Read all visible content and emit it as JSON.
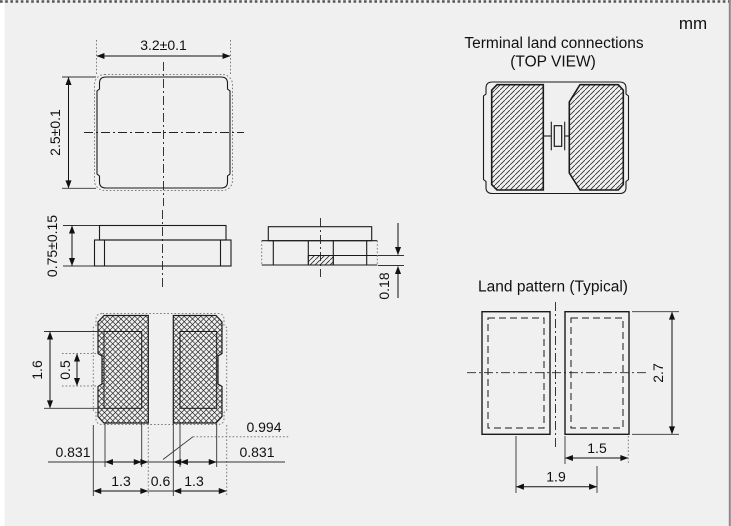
{
  "page": {
    "unit": "mm"
  },
  "package_top_view": {
    "width_dim": "3.2±0.1",
    "height_dim": "2.5±0.1"
  },
  "side_view": {
    "height_dim": "0.75±0.15"
  },
  "end_view": {
    "metallization_dim": "0.18"
  },
  "bottom_view": {
    "electrode_length_dim": "1.6",
    "castellation_dim": "0.5",
    "left_electrode_width_dim": "0.831",
    "electrode_gap_dim": "0.994",
    "right_electrode_width_dim": "0.831",
    "left_pad_width_dim": "1.3",
    "pad_gap_dim": "0.6",
    "right_pad_width_dim": "1.3"
  },
  "terminal_land_view": {
    "title": "Terminal land connections",
    "subtitle": "(TOP VIEW)"
  },
  "land_pattern_view": {
    "title": "Land pattern (Typical)",
    "pad_height_dim": "2.7",
    "pad_width_dim": "1.5",
    "pitch_dim": "1.9"
  },
  "colors": {
    "background": "#f0f0f0",
    "line": "#1a1a1a",
    "dotted_line": "#7a7a7a"
  }
}
